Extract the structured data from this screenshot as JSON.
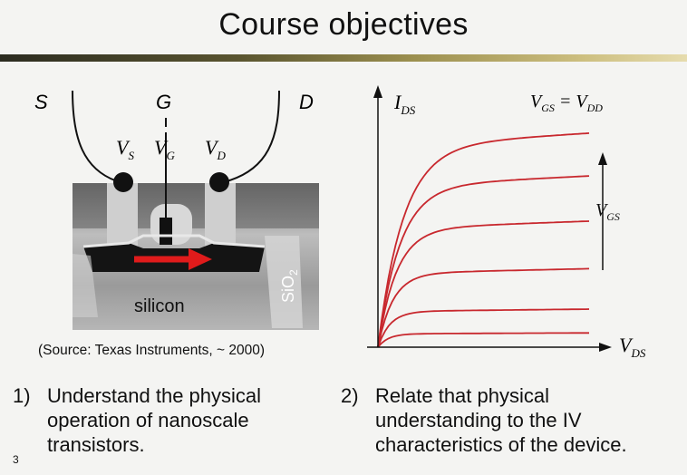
{
  "slide": {
    "title": "Course objectives",
    "number": "3"
  },
  "device": {
    "terminal_s": "S",
    "terminal_g": "G",
    "terminal_d": "D",
    "v_s": "V",
    "v_s_sub": "S",
    "v_g": "V",
    "v_g_sub": "G",
    "v_d": "V",
    "v_d_sub": "D",
    "silicon_label": "silicon",
    "oxide_label": "SiO",
    "oxide_sub": "2",
    "source_caption": "(Source:  Texas Instruments, ~ 2000)"
  },
  "iv_plot": {
    "y_label": "I",
    "y_label_sub": "DS",
    "x_label": "V",
    "x_label_sub": "DS",
    "top_curve_label": "V",
    "top_curve_label_sub": "GS",
    "top_curve_eq": " = V",
    "top_curve_eq_sub": "DD",
    "arrow_label": "V",
    "arrow_label_sub": "GS",
    "curve_color": "#c8282e"
  },
  "objectives": [
    {
      "num": "1)",
      "text_lines": [
        "Understand the physical",
        "operation of nanoscale",
        "transistors."
      ]
    },
    {
      "num": "2)",
      "text_lines": [
        "Relate that physical",
        "understanding to the IV",
        "characteristics of the device."
      ]
    }
  ],
  "chart_data": {
    "type": "line",
    "title": "",
    "xlabel": "V_DS",
    "ylabel": "I_DS",
    "series": [
      {
        "values": [
          0.06
        ]
      },
      {
        "values": [
          0.16
        ]
      },
      {
        "values": [
          0.33
        ]
      },
      {
        "values": [
          0.53
        ]
      },
      {
        "values": [
          0.72
        ]
      },
      {
        "values": [
          0.9
        ]
      }
    ]
  }
}
